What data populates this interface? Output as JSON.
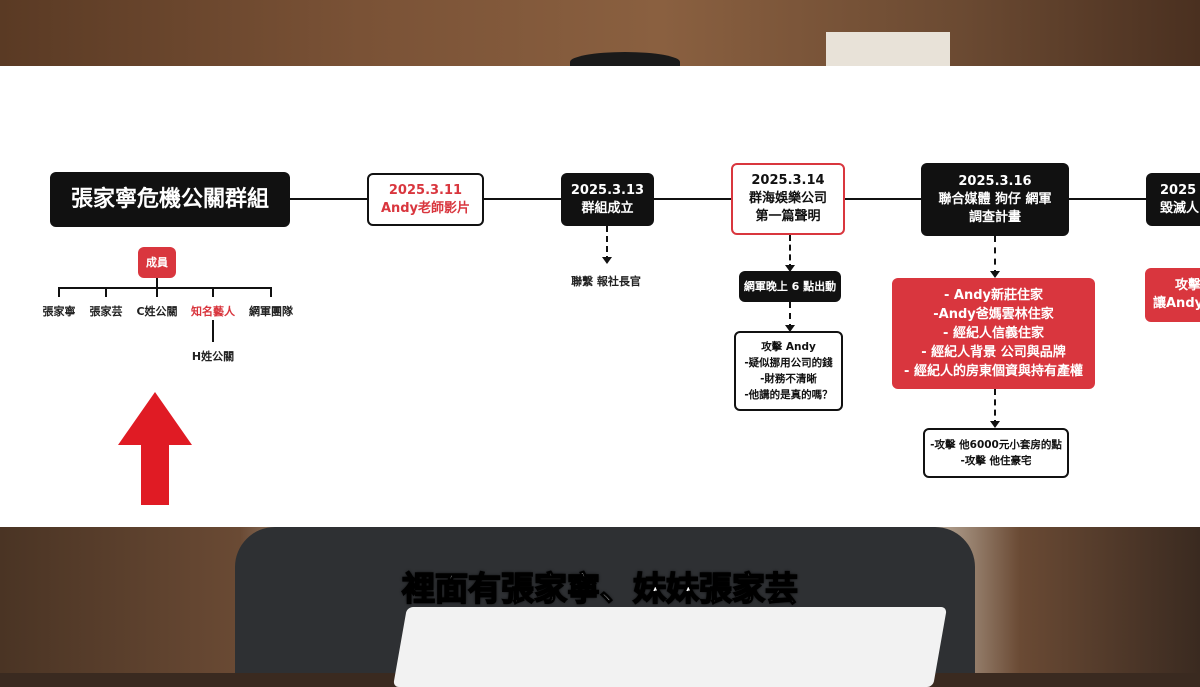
{
  "title_box": "張家寧危機公關群組",
  "members": {
    "header": "成員",
    "items": [
      "張家寧",
      "張家芸",
      "C姓公關",
      "知名藝人",
      "網軍團隊"
    ],
    "sub_item": "H姓公關"
  },
  "events": [
    {
      "date": "2025.3.11",
      "label": "Andy老師影片"
    },
    {
      "date": "2025.3.13",
      "label": "群組成立",
      "note": "聯繫 報社長官"
    },
    {
      "date": "2025.3.14",
      "label": "群海娛樂公司",
      "label2": "第一篇聲明",
      "step": "網軍晚上 6 點出動",
      "details": [
        "攻擊 Andy",
        "-疑似挪用公司的錢",
        "-財務不清晰",
        "-他講的是真的嗎？"
      ]
    },
    {
      "date": "2025.3.16",
      "label": "聯合媒體 狗仔 網軍",
      "label2": "調查計畫",
      "targets": [
        "- Andy新莊住家",
        "-Andy爸媽雲林住家",
        "- 經紀人信義住家",
        "- 經紀人背景 公司與品牌",
        "- 經紀人的房東個資與持有產權"
      ],
      "details": [
        "-攻擊 他6000元小套房的點",
        "-攻擊 他住豪宅"
      ]
    },
    {
      "date": "2025",
      "label": "毀滅人",
      "red_lines": [
        "攻擊",
        "讓Andy"
      ]
    }
  ],
  "subtitle": "裡面有張家寧、妹妹張家芸",
  "colors": {
    "accent_red": "#d9363e",
    "box_black": "#111111"
  }
}
